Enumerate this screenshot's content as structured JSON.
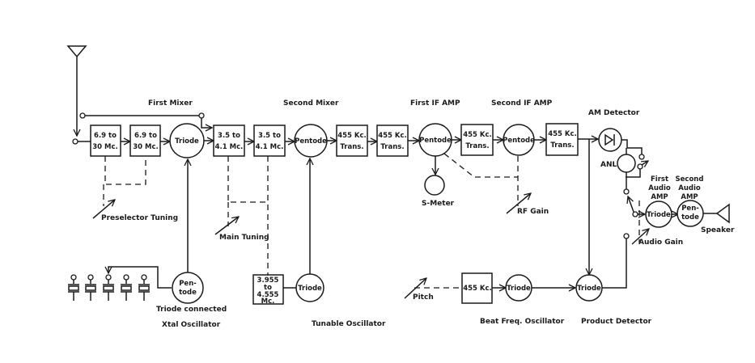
{
  "title": "Superheterodyne receiver block diagram",
  "stage_labels": {
    "first_mixer": "First Mixer",
    "second_mixer": "Second Mixer",
    "first_if_amp": "First IF AMP",
    "second_if_amp": "Second IF AMP",
    "am_detector": "AM Detector",
    "first_audio_amp": [
      "First",
      "Audio",
      "AMP"
    ],
    "second_audio_amp": [
      "Second",
      "Audio",
      "AMP"
    ],
    "speaker": "Speaker",
    "anl": "ANL",
    "s_meter": "S-Meter",
    "rf_gain": "RF Gain",
    "audio_gain": "Audio Gain",
    "preselector_tuning": "Preselector Tuning",
    "main_tuning": "Main Tuning",
    "pitch": "Pitch",
    "triode_connected": "Triode connected",
    "xtal_oscillator": "Xtal Oscillator",
    "tunable_oscillator": "Tunable Oscillator",
    "beat_freq_oscillator": "Beat Freq. Oscillator",
    "product_detector": "Product Detector"
  },
  "blocks": {
    "rf1": [
      "6.9 to",
      "30 Mc."
    ],
    "rf2": [
      "6.9 to",
      "30 Mc."
    ],
    "mix1_tube": "Triode",
    "if1a": [
      "3.5 to",
      "4.1 Mc."
    ],
    "if1b": [
      "3.5 to",
      "4.1 Mc."
    ],
    "mix2_tube": "Pentode",
    "trans1": [
      "455 Kc.",
      "Trans."
    ],
    "trans2": [
      "455 Kc.",
      "Trans."
    ],
    "if_amp1_tube": "Pentode",
    "trans3": [
      "455 Kc.",
      "Trans."
    ],
    "if_amp2_tube": "Pentode",
    "trans4": [
      "455 Kc.",
      "Trans."
    ],
    "audio1_tube": "Triode",
    "audio2_tube": [
      "Pen-",
      "tode"
    ],
    "xtal_tube": [
      "Pen-",
      "tode"
    ],
    "vfo_tank": [
      "3.955",
      "to",
      "4.555",
      "Mc."
    ],
    "vfo_tube": "Triode",
    "bfo_tank": "455 Kc.",
    "bfo_tube": "Triode",
    "prod_det_tube": "Triode"
  }
}
